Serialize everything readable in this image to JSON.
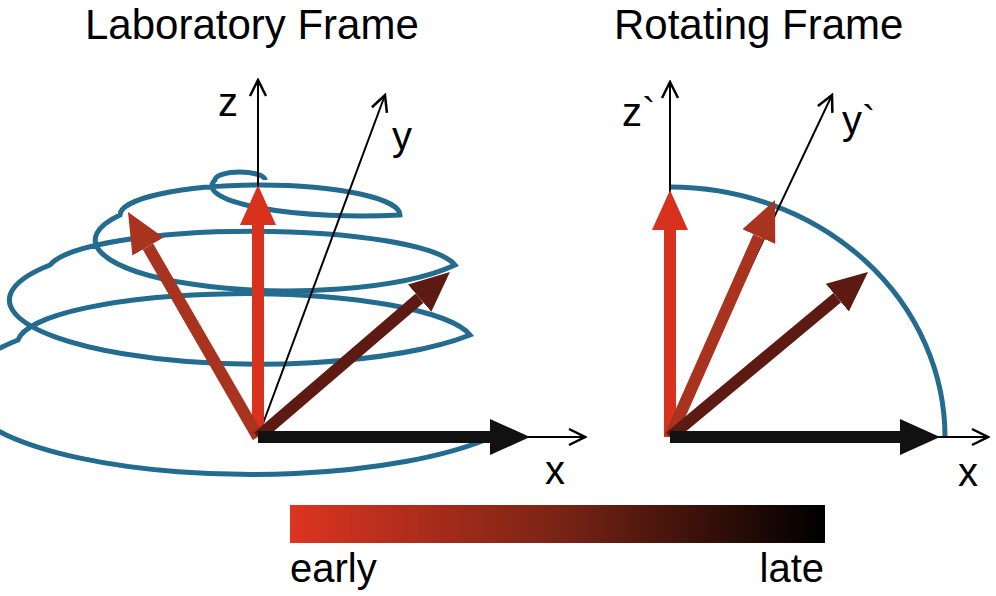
{
  "diagram": {
    "labels": [
      "Laboratory Frame",
      "Rotating Frame",
      "z",
      "y",
      "x",
      "z`",
      "y`",
      "x",
      "early",
      "late"
    ]
  }
}
